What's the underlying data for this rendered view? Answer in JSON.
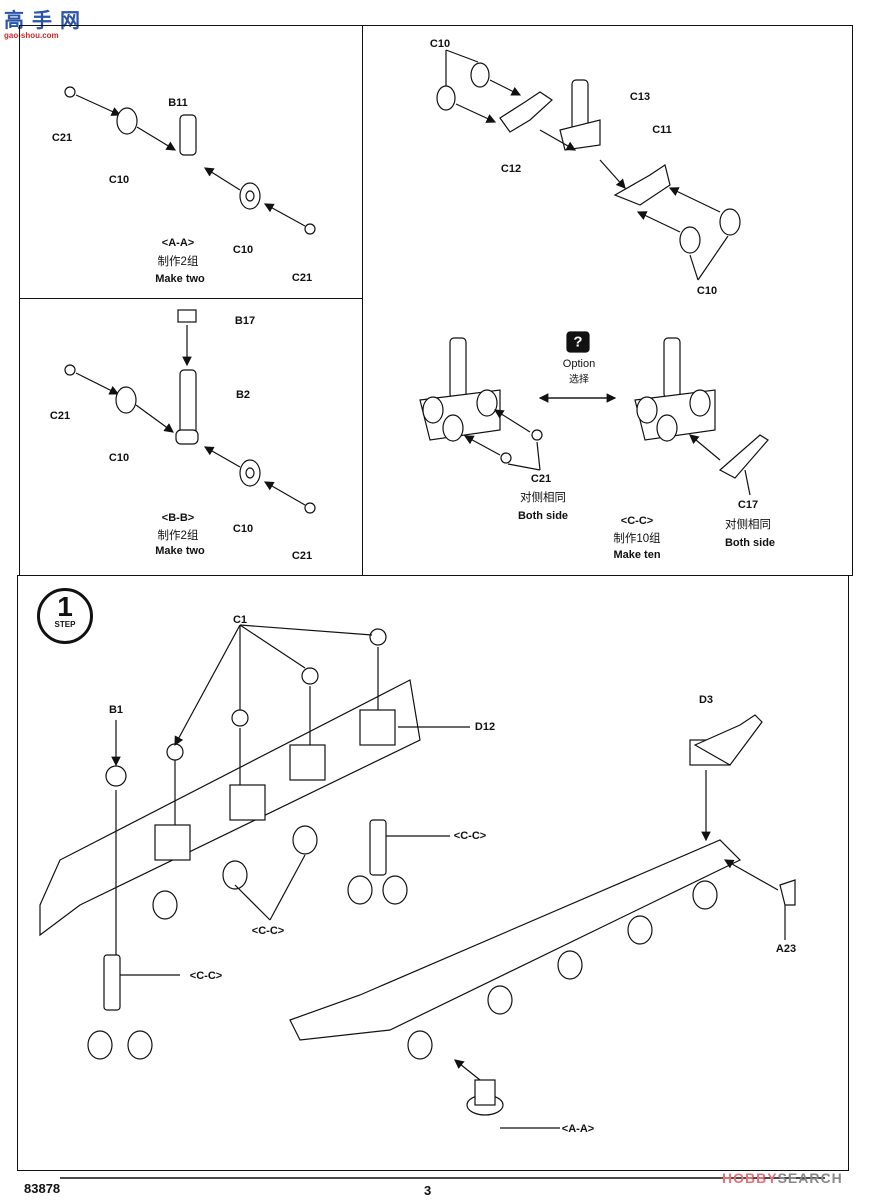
{
  "watermarks": {
    "top_left": {
      "main": "高手网",
      "sub": "gao-shou.com"
    },
    "bottom_right": {
      "part1": "HOBBY",
      "part2": "SEARCH"
    }
  },
  "step": {
    "number": "1",
    "label": "STEP"
  },
  "panel_aa": {
    "labels": [
      "B11",
      "C21",
      "C10",
      "C10",
      "C21"
    ],
    "title": "<A-A>",
    "cn": "制作2组",
    "en": "Make two"
  },
  "panel_bb": {
    "labels": [
      "B17",
      "C21",
      "B2",
      "C10",
      "C10",
      "C21"
    ],
    "title": "<B-B>",
    "cn": "制作2组",
    "en": "Make two"
  },
  "panel_cc": {
    "labels": [
      "C10",
      "C13",
      "C11",
      "C12",
      "C10"
    ],
    "option_icon": "question-icon",
    "option": "Option",
    "option_cn": "选择",
    "left": {
      "part": "C21",
      "cn": "对侧相同",
      "en": "Both side"
    },
    "title": "<C-C>",
    "cn": "制作10组",
    "en": "Make ten",
    "right": {
      "part": "C17",
      "cn": "对侧相同",
      "en": "Both side"
    }
  },
  "main": {
    "labels": [
      "C1",
      "B1",
      "D12",
      "D3",
      "<C-C>",
      "<C-C>",
      "<C-C>",
      "A23",
      "<A-A>"
    ]
  },
  "footer": {
    "code": "83878",
    "page": "3"
  }
}
